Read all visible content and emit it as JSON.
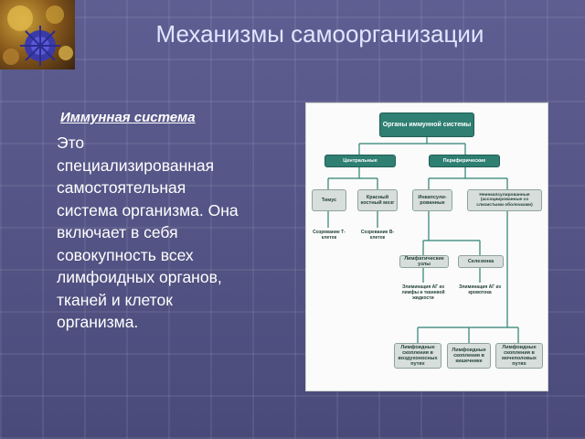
{
  "title": "Механизмы самоорганизации",
  "subtitle": "Иммунная система",
  "body": "Это\nспециализированная\nсамостоятельная\nсистема организма. Она\nвключает в себя\nсовокупность всех\nлимфоидных органов,\nтканей и клеток\nорганизма.",
  "diagram": {
    "root": "Органы иммунной системы",
    "central": "Центральные",
    "peripheral": "Периферические",
    "thymus": "Тимус",
    "marrow": "Красный костный мозг",
    "encapsulated": "Инкапсули-рованные",
    "nonencapsulated": "Неинкапсулированные (ассоциированные со слизистыми оболочками)",
    "t_cells": "Созревание Т-клеток",
    "b_cells": "Созревание В-клеток",
    "nodes": "Лимфатические узлы",
    "spleen": "Селезенка",
    "elim_lymph": "Элиминация АГ из лимфы и тканевой жидкости",
    "elim_blood": "Элиминация АГ из кровотока",
    "airways": "Лимфоидные скопления в воздухоносных путях",
    "intestine": "Лимфоидные скопления в кишечнике",
    "urinary": "Лимфоидные скопления в мочеполовых путях"
  }
}
